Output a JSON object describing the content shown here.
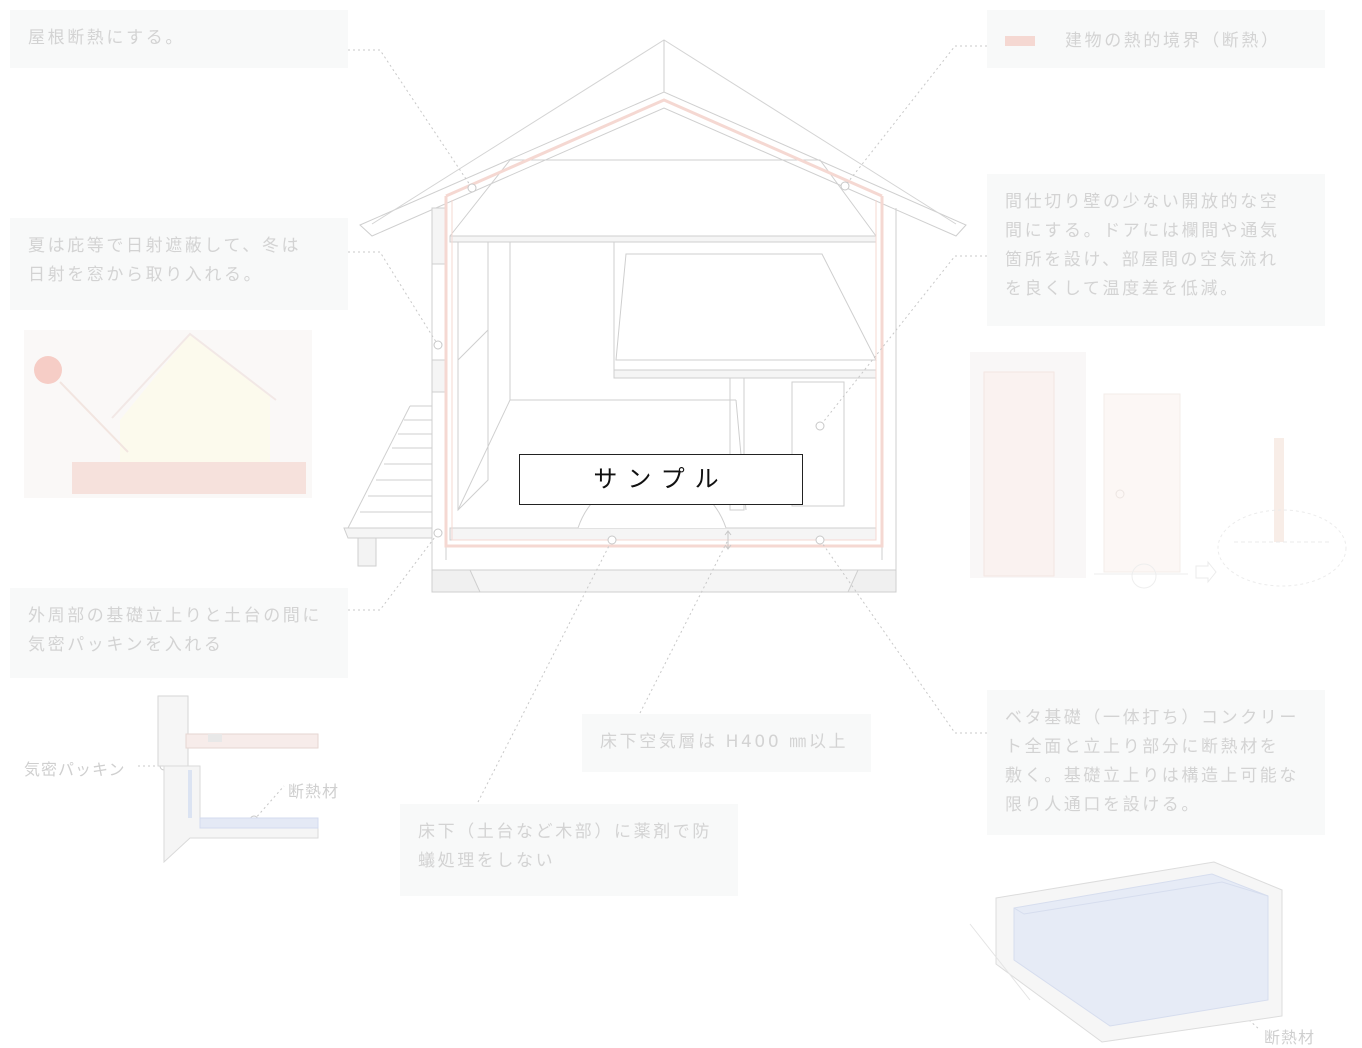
{
  "notes": {
    "roof": "屋根断熱にする。",
    "sun": "夏は庇等で日射遮蔽して、冬は\n日射を窓から取り入れる。",
    "airtight": "外周部の基礎立上りと土台の間に\n気密パッキンを入れる",
    "termite": "床下（土台など木部）に薬剤で防\n蟻処理をしない",
    "underfloor": "床下空気層は H400 ㎜以上",
    "openplan": "間仕切り壁の少ない開放的な空\n間にする。ドアには欄間や通気\n箇所を設け、部屋間の空気流れ\nを良くして温度差を低減。",
    "foundation": "ベタ基礎（一体打ち）コンクリー\nト全面と立上り部分に断熱材を\n敷く。基礎立上りは構造上可能な\n限り人通口を設ける。"
  },
  "legend": {
    "label": "建物の熱的境界（断熱）",
    "color": "#f5d8d2"
  },
  "labels": {
    "packing": "気密パッキン",
    "insulation_detail": "断熱材",
    "insulation_slab": "断熱材"
  },
  "watermark": "サンプル",
  "colors": {
    "line": "#cccccc",
    "boundary": "#f5d8d2",
    "insulation_blue": "#dfe6f4",
    "note_bg": "#f8f9f9",
    "note_text": "#d3d3d3"
  }
}
